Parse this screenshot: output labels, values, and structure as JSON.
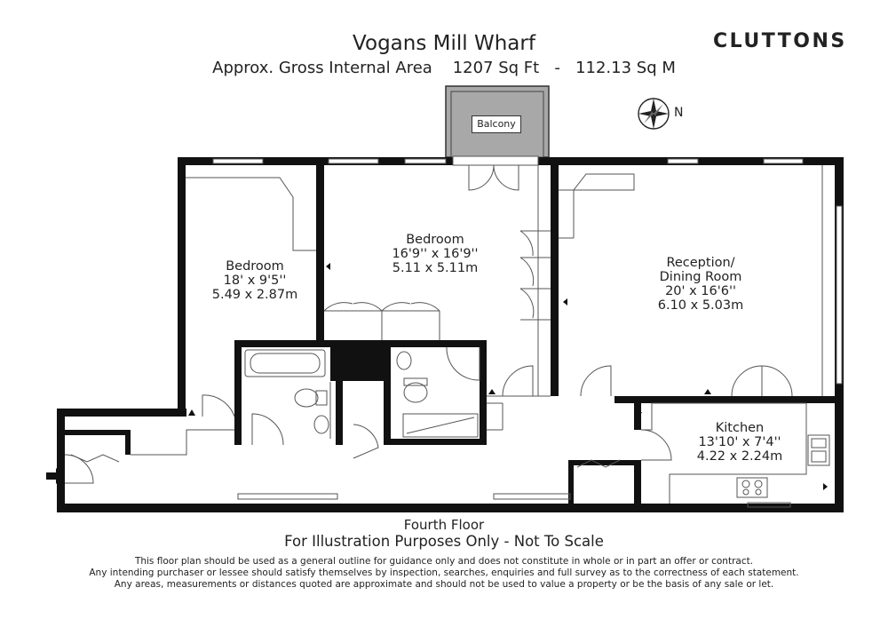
{
  "header": {
    "title": "Vogans Mill Wharf",
    "area_label": "Approx. Gross Internal Area",
    "area_sqft": "1207 Sq Ft",
    "separator": "-",
    "area_sqm": "112.13 Sq M",
    "brand": "CLUTTONS"
  },
  "compass": {
    "north_label": "N"
  },
  "rooms": {
    "bedroom1": {
      "name": "Bedroom",
      "imperial": "18' x 9'5''",
      "metric": "5.49 x 2.87m"
    },
    "bedroom2": {
      "name": "Bedroom",
      "imperial": "16'9'' x 16'9''",
      "metric": "5.11 x 5.11m"
    },
    "reception": {
      "name_line1": "Reception/",
      "name_line2": "Dining Room",
      "imperial": "20' x 16'6''",
      "metric": "6.10 x 5.03m"
    },
    "kitchen": {
      "name": "Kitchen",
      "imperial": "13'10' x 7'4''",
      "metric": "4.22 x 2.24m"
    },
    "balcony": {
      "name": "Balcony"
    }
  },
  "footer": {
    "floor": "Fourth Floor",
    "note": "For Illustration Purposes Only - Not To Scale",
    "disclaimer": [
      "This floor plan should be used as a general outline for guidance only and does not constitute in whole or in part an offer or contract.",
      "Any intending purchaser or lessee should satisfy themselves by inspection, searches, enquiries and full survey as to the correctness of each statement.",
      "Any areas, measurements or distances quoted are approximate and should not be used to value a property or be the basis of any sale or let."
    ]
  },
  "colors": {
    "wall": "#111111",
    "balcony_fill": "#a8a8a8",
    "line": "#555555"
  }
}
